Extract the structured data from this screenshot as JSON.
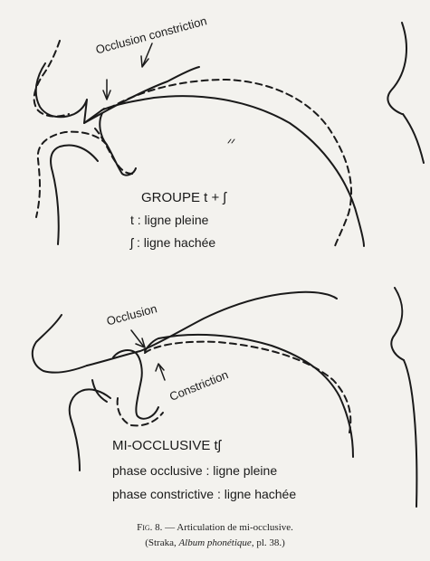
{
  "top_diagram": {
    "label_occlusion_constriction": "Occlusion constriction",
    "group_title": "GROUPE t + ʃ",
    "legend_solid": "t : ligne pleine",
    "legend_dashed": "ʃ : ligne hachée"
  },
  "bottom_diagram": {
    "label_occlusion": "Occlusion",
    "label_constriction": "Constriction",
    "group_title": "MI-OCCLUSIVE tʃ",
    "legend_solid": "phase occlusive : ligne pleine",
    "legend_dashed": "phase constrictive : ligne hachée"
  },
  "caption": {
    "fig_label": "Fig. 8.",
    "title": "— Articulation de mi-occlusive.",
    "source_open": "(Straka, ",
    "source_italic": "Album phonétique",
    "source_close": ", pl. 38.)"
  }
}
